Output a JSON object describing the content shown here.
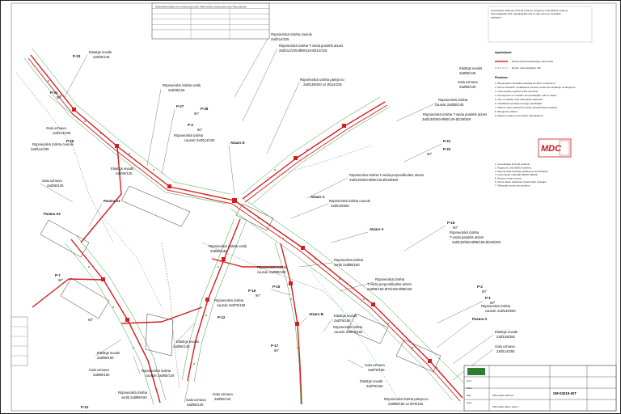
{
  "top_table": {
    "title": "ŪDENSAPGĀDES UN KANALIZĀCIJAS PRETGĀJE KANALIZĀCIJAS TĪKLA BŪVE",
    "rows": [
      [
        "",
        "",
        ""
      ],
      [
        "",
        "",
        ""
      ],
      [
        "",
        "",
        ""
      ],
      [
        "",
        "",
        ""
      ],
      [
        "",
        "",
        ""
      ]
    ]
  },
  "top_right_note": "Koordinātas attēlotas LKS-92 sistēmā, augstumi LAS-2000,5 sistēmā. Ūdensapgādes tīkli, kanalizācijas tīkli un aku atzīmes norādītas rasējumā.",
  "legend": {
    "title": "Apzīmējumi:",
    "items": [
      "- Rūpnieciskā kanalizācijas ūdensvads",
      "- Esošie ūdensapgādes tīkli"
    ]
  },
  "notes_title": "Piezīmes:",
  "notes": [
    "1. Būvprojekts izstrādāts saskaņā ar LBN normatīviem.",
    "2. Pirms būvdarbu uzsākšanas precizēt esošo komunikāciju novietojumu.",
    "3. Cauruļvadus ieguldīt smilts pamatnē.",
    "4. Krustojumos ar esošām komunikācijām rakt ar rokām.",
    "5. Pēc montāžas veikt hidraulisko pārbaudi.",
    "6. Izpilddokumentāciju iesniegt pasūtītājam.",
    "7. Darbus veikt saskaņā ar darba aizsardzības prasībām.",
    "8. Būvgružus utilizēt.",
    "9. Atjaunot segumu pēc darbu pabeigšanas."
  ],
  "stamp": {
    "brand": "MDC"
  },
  "mid_notes": [
    "1. Koordinātas LKS-92 sistēmā.",
    "2. Augstumi LAS-2000,5 sistēmā.",
    "3. Rūpnieciskā izolācija saskaņā ar specifikāciju.",
    "4. Cauruļvadu materiāli PE100 SDR11.",
    "5. Atzīmes dotas metros.",
    "6. Pirms darbu sākšanas izsaukt tīklu turētājus.",
    "7. Pārbaudīt esošo aku atzīmes."
  ],
  "labels": [
    {
      "t": "Rūpnieciskā izolēta caurule"
    },
    {
      "t": "2xØ114/225"
    },
    {
      "t": "Rūpnieciskā izolēta T-veida paralēls atzars"
    },
    {
      "t": "2xØ114/225-Ø89/125-Ø114/225"
    },
    {
      "t": "Rūpnieciskā izolēta pārēja no"
    },
    {
      "t": "2xØ139/250 uz Ø114/225"
    },
    {
      "t": "Rūpnieciskā izolēta vertiķ"
    },
    {
      "t": "2xØ48/125"
    },
    {
      "t": "Elastīgs ievads"
    },
    {
      "t": "2xØ48/125"
    },
    {
      "t": "P-33"
    },
    {
      "t": "P-31"
    },
    {
      "t": "90°"
    },
    {
      "t": "Gala uzmava"
    },
    {
      "t": "2xØ114/225"
    },
    {
      "t": "Rūpnieciskā izolēta caurule"
    },
    {
      "t": "2xØ114/225"
    },
    {
      "t": "P-26"
    },
    {
      "t": "P-27"
    },
    {
      "t": "P-28"
    },
    {
      "t": "90°"
    },
    {
      "t": "P-3"
    },
    {
      "t": "90°"
    },
    {
      "t": "Rūpnieciskā izolēta"
    },
    {
      "t": "caurule 2xØ114/225"
    },
    {
      "t": "Atzars E"
    },
    {
      "t": "Elastīgs ievads"
    },
    {
      "t": "2xØ48/125"
    },
    {
      "t": "Gala uzmava"
    },
    {
      "t": "2xØ48/125"
    },
    {
      "t": "Pasma A1"
    },
    {
      "t": "Pasma A2"
    },
    {
      "t": "P-7"
    },
    {
      "t": "90°"
    },
    {
      "t": "Rūpnieciskā izolēta T-veida perpendikulārs atzars"
    },
    {
      "t": "2xØ139/250-Ø60/140-Ø139/250"
    },
    {
      "t": "Rūpnieciskā izolēta caurule"
    },
    {
      "t": "2xØ139/250"
    },
    {
      "t": "Atzars C"
    },
    {
      "t": "Atzars A"
    },
    {
      "t": "P-21"
    },
    {
      "t": "P-22"
    },
    {
      "t": "90°"
    },
    {
      "t": "Elastīgs ievads"
    },
    {
      "t": "2xØ60/140"
    },
    {
      "t": "Gala uzmava"
    },
    {
      "t": "2xØ60/140"
    },
    {
      "t": "Rūpnieciskā izolēta"
    },
    {
      "t": "caurule 2xØ60/140"
    },
    {
      "t": "Rūpnieciskā izolēta T-veida paralēls atzars"
    },
    {
      "t": "2xØ139/250-Ø60/140-Ø139/250"
    },
    {
      "t": "P-18"
    },
    {
      "t": "90°"
    },
    {
      "t": "Rūpnieciskā izolēta"
    },
    {
      "t": "T-veida paralēls atzars"
    },
    {
      "t": "2xØ139/250-Ø89/160-Ø139/250"
    },
    {
      "t": "Rūpnieciskā izolēta"
    },
    {
      "t": "vertiķ 2xØ89/160"
    },
    {
      "t": "Rūpnieciskā izolēta vertiķ"
    },
    {
      "t": "2xØ60/140"
    },
    {
      "t": "Rūpnieciskā izolēta"
    },
    {
      "t": "caurule 2xØ89/160"
    },
    {
      "t": "Rūpnieciskā izolēta"
    },
    {
      "t": "T-veida perpendikulārs atzars"
    },
    {
      "t": "2xØ89/160-Ø76/160-Ø89/160"
    },
    {
      "t": "P-15"
    },
    {
      "t": "P-16"
    },
    {
      "t": "90°"
    },
    {
      "t": "Rūpnieciskā izolēta"
    },
    {
      "t": "caurule 2xØ76/160"
    },
    {
      "t": "Atzars B"
    },
    {
      "t": "P-17"
    },
    {
      "t": "90°"
    },
    {
      "t": "Elastīgs ievads"
    },
    {
      "t": "2xØ76/160"
    },
    {
      "t": "Rūpnieciskā izolēta"
    },
    {
      "t": "caurule 2xØ76/160"
    },
    {
      "t": "Gala uzmava"
    },
    {
      "t": "2xØ76/160"
    },
    {
      "t": "Elastīgs ievads"
    },
    {
      "t": "2xØ76/160"
    },
    {
      "t": "Rūpnieciskā izolēta pārēja no"
    },
    {
      "t": "2xØ89/160 uz Ø76/160"
    },
    {
      "t": "Elastīgs ievads"
    },
    {
      "t": "2xØ60/140"
    },
    {
      "t": "Gala uzmava"
    },
    {
      "t": "2xØ60/140"
    },
    {
      "t": "Gala uzmava"
    },
    {
      "t": "2xØ60/140"
    },
    {
      "t": "Rūpnieciskā izolēta"
    },
    {
      "t": "caurule 2xØ60/140"
    },
    {
      "t": "Rūpnieciskā izolēta"
    },
    {
      "t": "vertiķ 2xØ89/160"
    },
    {
      "t": "Elastīgs ievads"
    },
    {
      "t": "2xØ89/160"
    },
    {
      "t": "Gala uzmava"
    },
    {
      "t": "2xØ89/160"
    },
    {
      "t": "P-1"
    },
    {
      "t": "90°"
    },
    {
      "t": "P-2"
    },
    {
      "t": "90°"
    },
    {
      "t": "Rūpnieciskā izolēta"
    },
    {
      "t": "caurule 2xØ139/250"
    },
    {
      "t": "Pasma A"
    },
    {
      "t": "Elastīgs ievads"
    },
    {
      "t": "2xØ139/250"
    },
    {
      "t": "Gala uzmava"
    },
    {
      "t": "2xØ114/250"
    },
    {
      "t": "P-12"
    },
    {
      "t": "P-10"
    },
    {
      "t": "90°"
    }
  ],
  "title_block": {
    "project_title": "Siltumtīklu pārbūve",
    "sheet_title": "Siltumtīklu plāns, lapa 1",
    "code": "SM-02019-INT",
    "rows": [
      [
        "Izstr.",
        "",
        ""
      ],
      [
        "Pārb.",
        "",
        ""
      ],
      [
        "Vad.",
        "",
        ""
      ],
      [
        "Apst.",
        "",
        ""
      ]
    ]
  }
}
